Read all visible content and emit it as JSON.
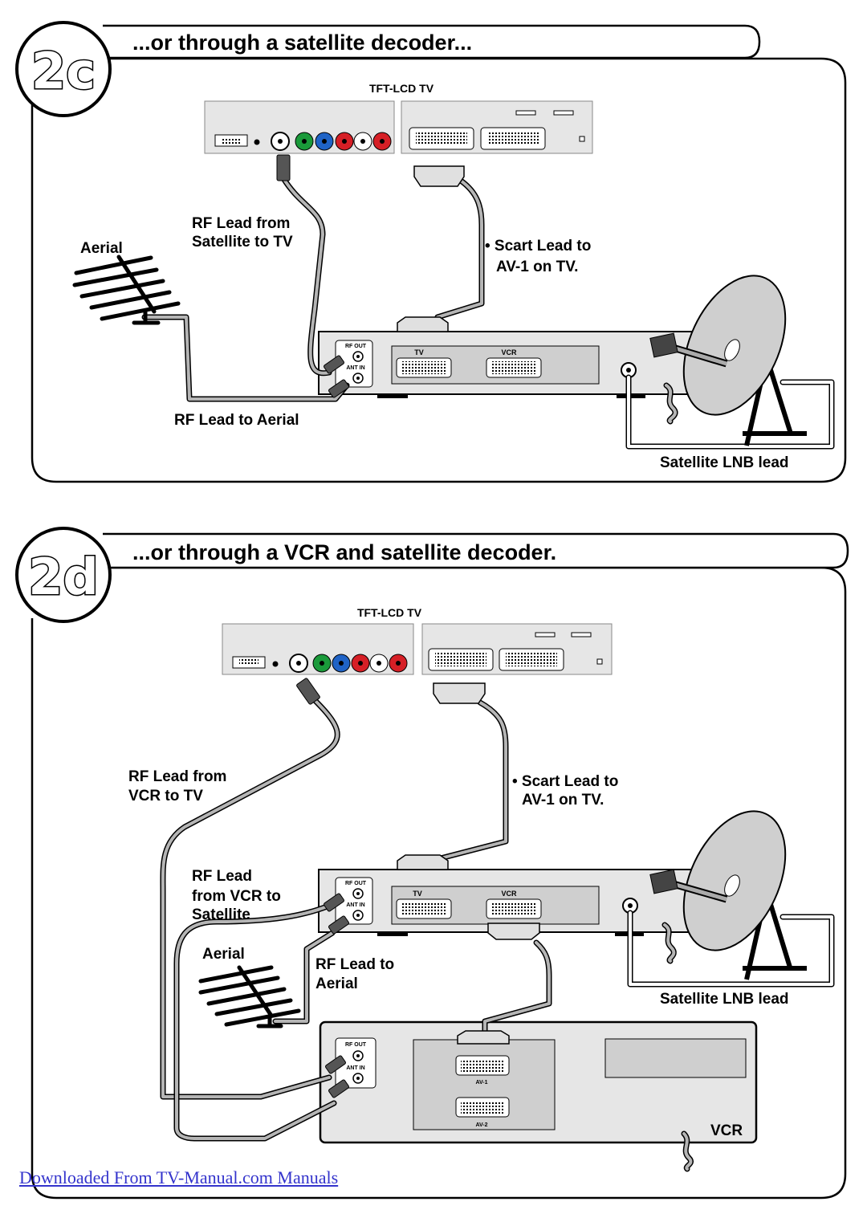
{
  "section_c": {
    "badge": "2c",
    "title": "...or through a satellite decoder...",
    "tv_label": "TFT-LCD TV",
    "aerial_label": "Aerial",
    "rf_from_sat_l1": "RF Lead from",
    "rf_from_sat_l2": "Satellite to TV",
    "scart_l1": "• Scart Lead to",
    "scart_l2": "AV-1 on TV.",
    "rf_to_aerial": "RF Lead to Aerial",
    "lnb_label": "Satellite LNB lead",
    "decoder": {
      "rf_out": "RF OUT",
      "ant_in": "ANT IN",
      "tv": "TV",
      "vcr": "VCR"
    }
  },
  "section_d": {
    "badge": "2d",
    "title": "...or through a VCR and satellite decoder.",
    "tv_label": "TFT-LCD TV",
    "rf_from_vcr_l1": "RF Lead from",
    "rf_from_vcr_l2": "VCR to TV",
    "scart_l1": "• Scart Lead to",
    "scart_l2": "AV-1 on TV.",
    "rf_vcr_sat_l1": "RF Lead",
    "rf_vcr_sat_l2": "from VCR to",
    "rf_vcr_sat_l3": "Satellite",
    "aerial_label": "Aerial",
    "rf_to_aerial_l1": "RF Lead to",
    "rf_to_aerial_l2": "Aerial",
    "lnb_label": "Satellite LNB lead",
    "decoder": {
      "rf_out": "RF OUT",
      "ant_in": "ANT IN",
      "tv": "TV",
      "vcr": "VCR"
    },
    "vcr": {
      "rf_out": "RF OUT",
      "ant_in": "ANT IN",
      "av1": "AV-1",
      "av2": "AV-2",
      "label": "VCR"
    }
  },
  "footer": {
    "link_text": "Downloaded From TV-Manual.com Manuals"
  },
  "colors": {
    "cable": "#b5b5b5",
    "panel": "#e6e6e6",
    "slot": "#cfcfcf",
    "green": "#1a9a3a",
    "blue": "#1f63c6",
    "red": "#d61f26"
  }
}
